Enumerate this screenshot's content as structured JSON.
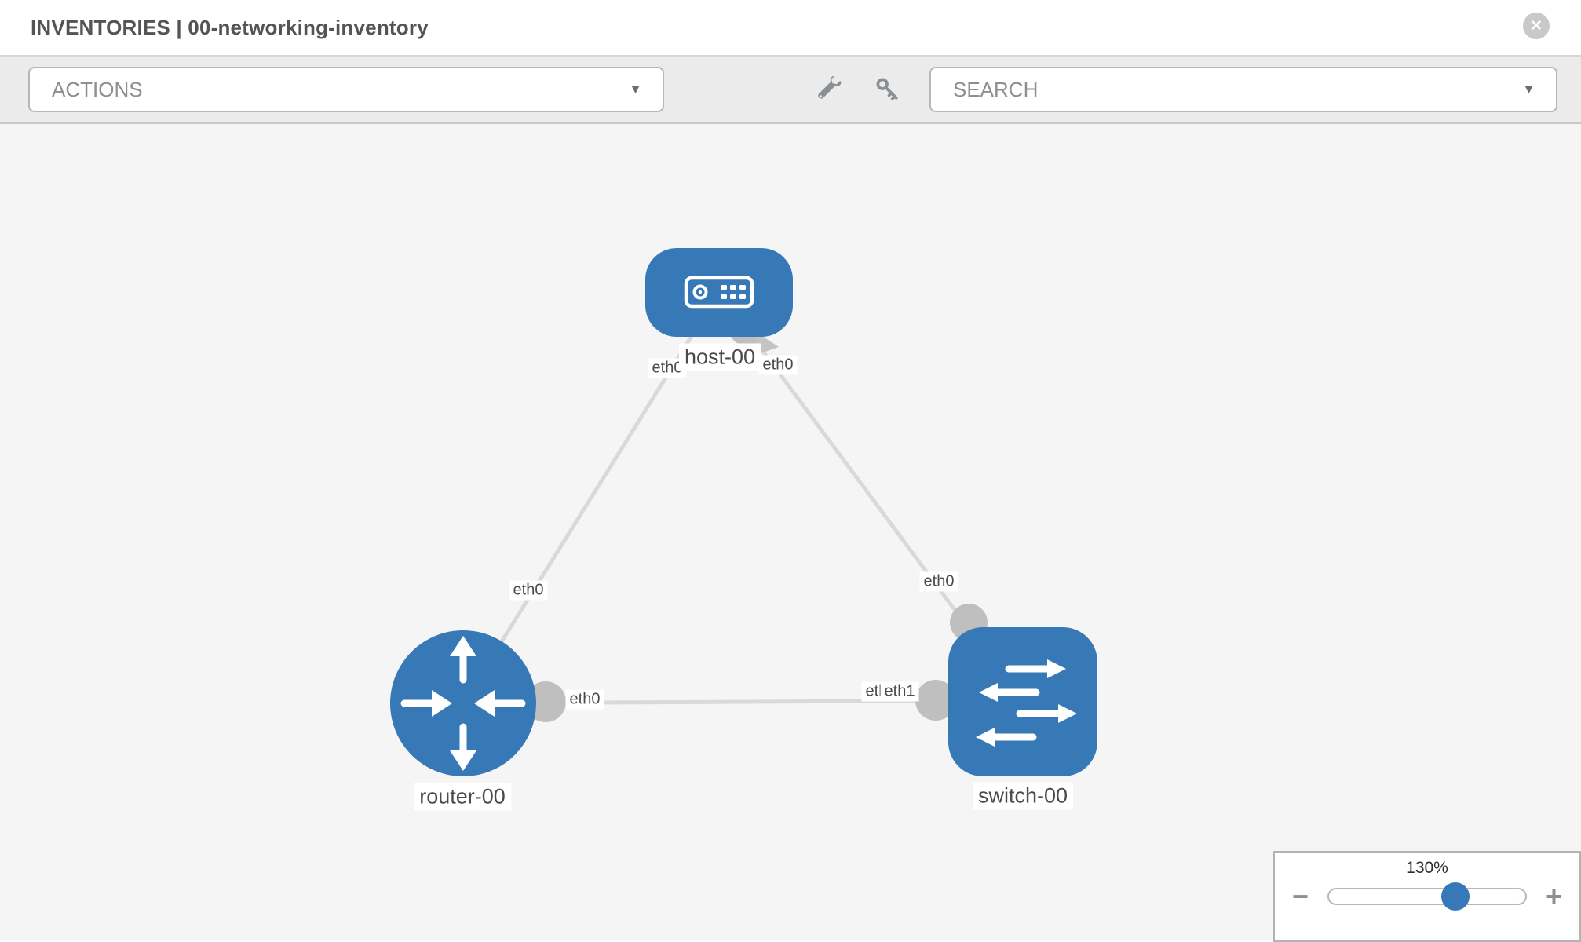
{
  "header": {
    "title": "INVENTORIES | 00-networking-inventory"
  },
  "toolbar": {
    "actions_label": "ACTIONS",
    "search_label": "SEARCH"
  },
  "icons": {
    "close_glyph": "✕",
    "caret_glyph": "▼",
    "minus_glyph": "−",
    "plus_glyph": "+",
    "wrench": "wrench-icon",
    "key": "key-icon"
  },
  "topology": {
    "nodes": {
      "host": {
        "label": "host-00",
        "type": "host"
      },
      "router": {
        "label": "router-00",
        "type": "router"
      },
      "switch": {
        "label": "switch-00",
        "type": "switch"
      }
    },
    "links": [
      {
        "from": "host-00",
        "to": "router-00"
      },
      {
        "from": "host-00",
        "to": "switch-00"
      },
      {
        "from": "router-00",
        "to": "switch-00"
      }
    ],
    "interfaces": {
      "host_router_host_end": "eth0",
      "host_router_mid": "eth0",
      "host_switch_host_end": "eth0",
      "host_switch_mid": "eth0",
      "router_switch_router_end": "eth0",
      "router_switch_switch_end_under": "eth0",
      "router_switch_switch_end_over": "eth1"
    }
  },
  "zoom_control": {
    "level_label": "130%",
    "percent": 130
  },
  "colors": {
    "node_blue": "#3779b6",
    "link_gray": "#d9d9d9",
    "connector_gray": "#bfbfbf",
    "canvas_bg": "#f5f5f5",
    "toolbar_bg": "#ebebeb"
  }
}
